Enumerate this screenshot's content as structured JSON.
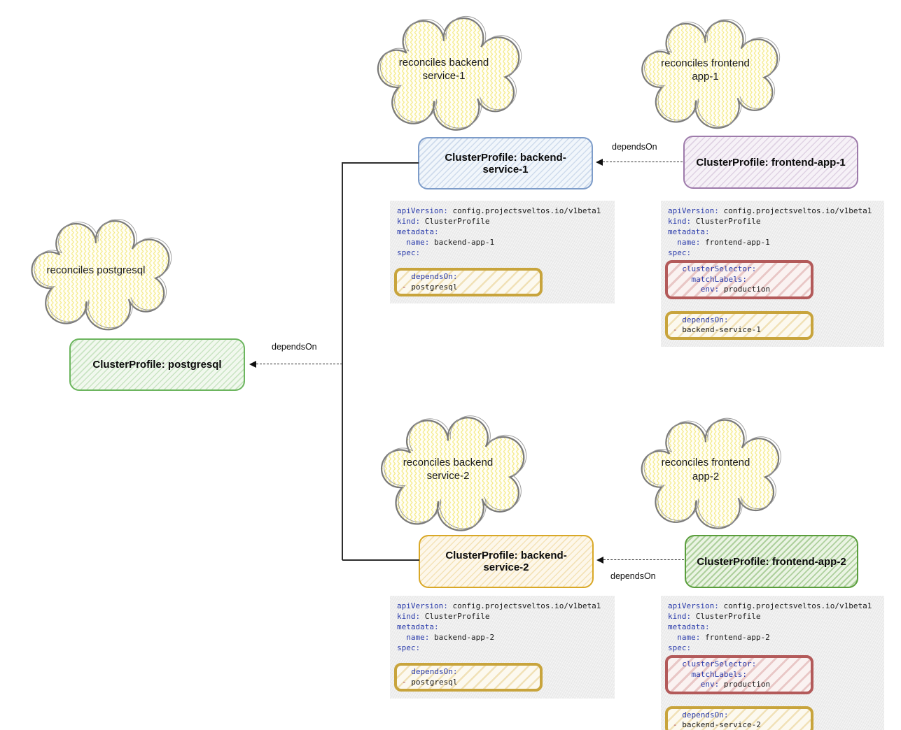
{
  "clouds": [
    {
      "text": "reconciles backend service-1"
    },
    {
      "text": "reconciles frontend app-1"
    },
    {
      "text": "reconciles postgresql"
    },
    {
      "text": "reconciles backend service-2"
    },
    {
      "text": "reconciles frontend app-2"
    }
  ],
  "boxes": [
    {
      "label": "ClusterProfile: backend-service-1"
    },
    {
      "label": "ClusterProfile: frontend-app-1"
    },
    {
      "label": "ClusterProfile: postgresql"
    },
    {
      "label": "ClusterProfile: backend-service-2"
    },
    {
      "label": "ClusterProfile: frontend-app-2"
    }
  ],
  "edges": [
    {
      "label": "dependsOn",
      "from": "frontend-app-1",
      "to": "backend-service-1"
    },
    {
      "label": "dependsOn",
      "from": "backend-service-1 & backend-service-2",
      "to": "postgresql"
    },
    {
      "label": "dependsOn",
      "from": "frontend-app-2",
      "to": "backend-service-2"
    }
  ],
  "colors": {
    "profile_blue": "#7d9cc9",
    "profile_purple": "#9e7bab",
    "profile_green": "#6cb55e",
    "profile_orange": "#d9a827",
    "profile_dark_green": "#5a9e3c",
    "highlight_gold": "#c8a43c",
    "highlight_red": "#b35a5a",
    "yaml_key": "#2b3cab",
    "yaml_dash": "#b04f6a",
    "connector": "#2d2d2d",
    "cloud_stroke": "#7a7a7a",
    "cloud_zigzag": "#f4e97d"
  },
  "yaml_blocks": [
    {
      "profile": "backend-service-1",
      "segments": [
        {
          "type": "plain",
          "lines": [
            {
              "sp": 0,
              "key": "apiVersion",
              "val": "config.projectsveltos.io/v1beta1"
            },
            {
              "sp": 0,
              "key": "kind",
              "val": "ClusterProfile"
            },
            {
              "sp": 0,
              "key": "metadata"
            },
            {
              "sp": 2,
              "key": "name",
              "val": "backend-app-1"
            },
            {
              "sp": 0,
              "key": "spec"
            }
          ]
        },
        {
          "type": "gap"
        },
        {
          "type": "highlight",
          "color": "gold",
          "lines": [
            {
              "sp": 2,
              "key": "dependsOn"
            },
            {
              "sp": 0,
              "dash": true,
              "val": "postgresql"
            }
          ]
        }
      ]
    },
    {
      "profile": "frontend-app-1",
      "segments": [
        {
          "type": "plain",
          "lines": [
            {
              "sp": 0,
              "key": "apiVersion",
              "val": "config.projectsveltos.io/v1beta1"
            },
            {
              "sp": 0,
              "key": "kind",
              "val": "ClusterProfile"
            },
            {
              "sp": 0,
              "key": "metadata"
            },
            {
              "sp": 2,
              "key": "name",
              "val": "frontend-app-1"
            },
            {
              "sp": 0,
              "key": "spec"
            }
          ]
        },
        {
          "type": "highlight",
          "color": "red",
          "lines": [
            {
              "sp": 2,
              "key": "clusterSelector"
            },
            {
              "sp": 4,
              "key": "matchLabels"
            },
            {
              "sp": 6,
              "key": "env",
              "val": "production"
            }
          ]
        },
        {
          "type": "gap"
        },
        {
          "type": "highlight",
          "color": "gold",
          "lines": [
            {
              "sp": 2,
              "key": "dependsOn"
            },
            {
              "sp": 0,
              "dash": true,
              "val": "backend-service-1"
            }
          ]
        }
      ]
    },
    {
      "profile": "backend-service-2",
      "segments": [
        {
          "type": "plain",
          "lines": [
            {
              "sp": 0,
              "key": "apiVersion",
              "val": "config.projectsveltos.io/v1beta1"
            },
            {
              "sp": 0,
              "key": "kind",
              "val": "ClusterProfile"
            },
            {
              "sp": 0,
              "key": "metadata"
            },
            {
              "sp": 2,
              "key": "name",
              "val": "backend-app-2"
            },
            {
              "sp": 0,
              "key": "spec"
            }
          ]
        },
        {
          "type": "gap"
        },
        {
          "type": "highlight",
          "color": "gold",
          "lines": [
            {
              "sp": 2,
              "key": "dependsOn"
            },
            {
              "sp": 0,
              "dash": true,
              "val": "postgresql"
            }
          ]
        }
      ]
    },
    {
      "profile": "frontend-app-2",
      "segments": [
        {
          "type": "plain",
          "lines": [
            {
              "sp": 0,
              "key": "apiVersion",
              "val": "config.projectsveltos.io/v1beta1"
            },
            {
              "sp": 0,
              "key": "kind",
              "val": "ClusterProfile"
            },
            {
              "sp": 0,
              "key": "metadata"
            },
            {
              "sp": 2,
              "key": "name",
              "val": "frontend-app-2"
            },
            {
              "sp": 0,
              "key": "spec"
            }
          ]
        },
        {
          "type": "highlight",
          "color": "red",
          "lines": [
            {
              "sp": 2,
              "key": "clusterSelector"
            },
            {
              "sp": 4,
              "key": "matchLabels"
            },
            {
              "sp": 6,
              "key": "env",
              "val": "production"
            }
          ]
        },
        {
          "type": "gap"
        },
        {
          "type": "highlight",
          "color": "gold",
          "lines": [
            {
              "sp": 2,
              "key": "dependsOn"
            },
            {
              "sp": 0,
              "dash": true,
              "val": "backend-service-2"
            }
          ]
        }
      ]
    }
  ]
}
